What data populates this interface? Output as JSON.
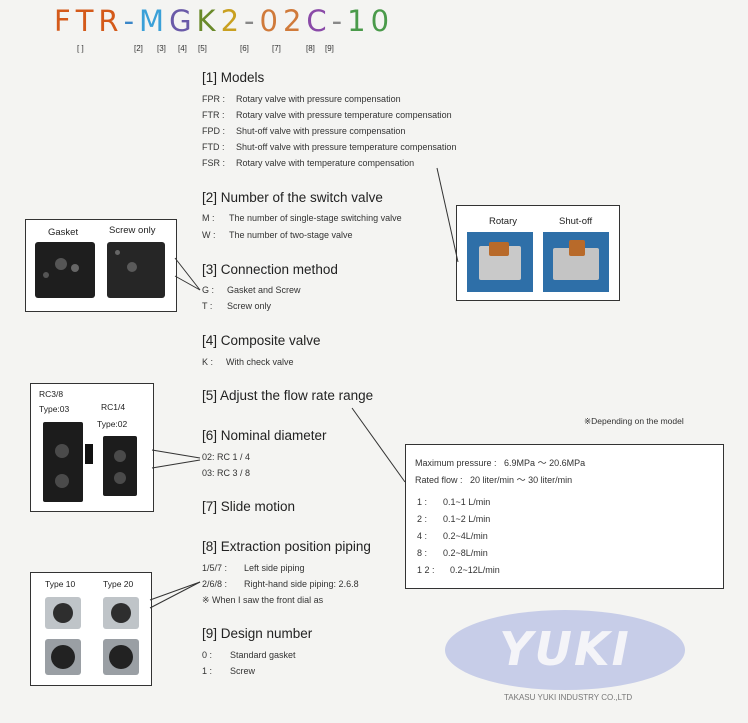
{
  "code": {
    "parts": [
      {
        "t": "F",
        "c": "#d45a1a"
      },
      {
        "t": "T",
        "c": "#d45a1a"
      },
      {
        "t": "R",
        "c": "#d45a1a"
      },
      {
        "t": "-",
        "c": "#3a86c8"
      },
      {
        "t": "M",
        "c": "#3aa0d8"
      },
      {
        "t": "G",
        "c": "#6a5aa8"
      },
      {
        "t": "K",
        "c": "#6a8a2a"
      },
      {
        "t": "2",
        "c": "#c9a020"
      },
      {
        "t": "-",
        "c": "#888888"
      },
      {
        "t": "0",
        "c": "#d07a3a"
      },
      {
        "t": "2",
        "c": "#d07a3a"
      },
      {
        "t": "C",
        "c": "#8a4aa8"
      },
      {
        "t": "-",
        "c": "#888888"
      },
      {
        "t": "1",
        "c": "#4a9a4a"
      },
      {
        "t": "0",
        "c": "#4a9a4a"
      }
    ],
    "indices": [
      "[ ]",
      "[2]",
      "[3]",
      "[4]",
      "[5]",
      "[6]",
      "[7]",
      "[8]",
      "[9]"
    ]
  },
  "sections": {
    "s1": {
      "title": "[1] Models",
      "items": [
        {
          "k": "FPR :",
          "v": "Rotary valve with pressure compensation"
        },
        {
          "k": "FTR :",
          "v": "Rotary valve with pressure temperature compensation"
        },
        {
          "k": "FPD :",
          "v": "Shut-off valve with pressure compensation"
        },
        {
          "k": "FTD :",
          "v": "Shut-off valve with pressure temperature compensation"
        },
        {
          "k": "FSR :",
          "v": "Rotary valve with temperature compensation"
        }
      ]
    },
    "s2": {
      "title": "[2] Number of the switch valve",
      "items": [
        {
          "k": "M :",
          "v": "The number of single-stage switching valve"
        },
        {
          "k": "W :",
          "v": "The number of two-stage valve"
        }
      ]
    },
    "s3": {
      "title": "[3] Connection method",
      "items": [
        {
          "k": "G :",
          "v": "Gasket and Screw"
        },
        {
          "k": "T :",
          "v": "Screw only"
        }
      ]
    },
    "s4": {
      "title": "[4] Composite valve",
      "items": [
        {
          "k": "K :",
          "v": "With check valve"
        }
      ]
    },
    "s5": {
      "title": "[5] Adjust the flow rate range"
    },
    "s6": {
      "title": "[6] Nominal diameter",
      "items": [
        {
          "k": "02: RC 1 / 4",
          "v": ""
        },
        {
          "k": "03: RC 3 / 8",
          "v": ""
        }
      ]
    },
    "s7": {
      "title": "[7] Slide motion"
    },
    "s8": {
      "title": "[8] Extraction position piping",
      "items": [
        {
          "k": "1/5/7 :",
          "v": "Left side piping"
        },
        {
          "k": "2/6/8 :",
          "v": "Right-hand side piping: 2.6.8"
        },
        {
          "k": "※ When I saw the front dial as",
          "v": ""
        }
      ]
    },
    "s9": {
      "title": "[9] Design number",
      "items": [
        {
          "k": "0 :",
          "v": "Standard gasket"
        },
        {
          "k": "1 :",
          "v": "Screw"
        }
      ]
    }
  },
  "photos": {
    "connection": {
      "left": "Gasket",
      "right": "Screw only"
    },
    "valve": {
      "left": "Rotary",
      "right": "Shut-off"
    },
    "diameter": {
      "a_label": "RC3/8",
      "a_type": "Type:03",
      "b_label": "RC1/4",
      "b_type": "Type:02"
    },
    "dial": {
      "left": "Type 10",
      "right": "Type 20"
    }
  },
  "note": "※Depending on the model",
  "spec": {
    "max_pressure_label": "Maximum pressure :",
    "max_pressure_value": "6.9MPa ～ 20.6MPa",
    "rated_flow_label": "Rated flow :",
    "rated_flow_value": "20 liter/min ～ 30 liter/min",
    "ranges": [
      {
        "k": "1 :",
        "v": "0.1~1 L/min"
      },
      {
        "k": "2 :",
        "v": "0.1~2 L/min"
      },
      {
        "k": "4 :",
        "v": "0.2~4L/min"
      },
      {
        "k": "8 :",
        "v": "0.2~8L/min"
      },
      {
        "k": "1 2 :",
        "v": "0.2~12L/min"
      }
    ]
  },
  "logo": {
    "text": "YUKI",
    "company": "TAKASU YUKI INDUSTRY CO.,LTD"
  }
}
